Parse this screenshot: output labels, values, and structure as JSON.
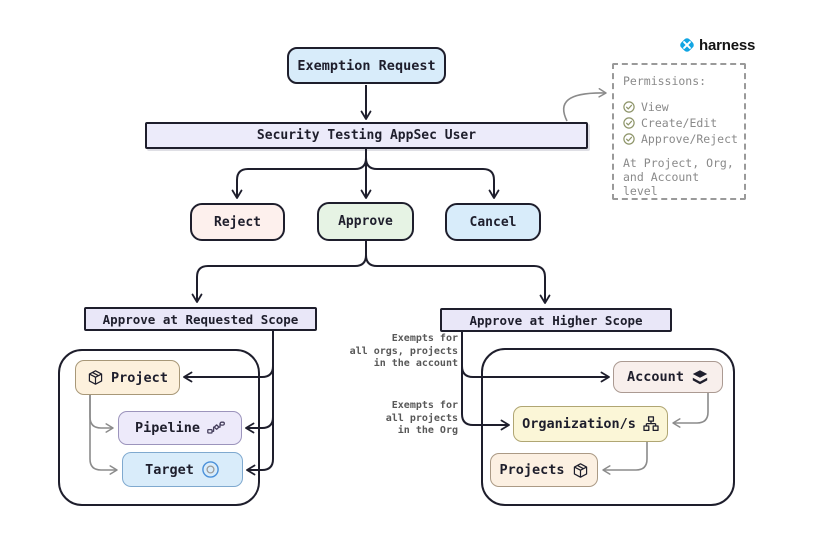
{
  "brand": {
    "name": "harness"
  },
  "nodes": {
    "exemption_request": {
      "label": "Exemption Request"
    },
    "appsec_user": {
      "label": "Security Testing AppSec User"
    },
    "reject": {
      "label": "Reject"
    },
    "approve": {
      "label": "Approve"
    },
    "cancel": {
      "label": "Cancel"
    },
    "requested_scope": {
      "label": "Approve at Requested Scope"
    },
    "higher_scope": {
      "label": "Approve at Higher Scope"
    },
    "project": {
      "label": "Project",
      "icon": "package-cube-icon"
    },
    "pipeline": {
      "label": "Pipeline",
      "icon": "pipeline-graph-icon"
    },
    "target": {
      "label": "Target",
      "icon": "target-circle-icon"
    },
    "account": {
      "label": "Account",
      "icon": "layers-icon"
    },
    "organizations": {
      "label": "Organization/s",
      "icon": "org-chart-icon"
    },
    "projects": {
      "label": "Projects",
      "icon": "package-cube-icon"
    }
  },
  "annotations": {
    "account_note": "Exempts for\nall orgs, projects\nin the account",
    "org_note": "Exempts for\nall projects\nin the Org"
  },
  "permissions_panel": {
    "title": "Permissions:",
    "items": [
      "View",
      "Create/Edit",
      "Approve/Reject"
    ],
    "footer": "At Project, Org,\nand Account level",
    "item_icon": "check-circle-icon"
  },
  "colors": {
    "ink": "#1e1e2c",
    "muted_line": "#8b8b8b",
    "annotation_text": "#585858",
    "permissions_text": "#8a8a8a",
    "check_green": "#8d9468",
    "harness_blue": "#11a5e3",
    "fills": {
      "exemption": "#d8ecfa",
      "appsec_user": "#ecebfa",
      "reject": "#fdf0ed",
      "approve": "#e6f3e4",
      "cancel": "#d8ecfa",
      "scope_header": "#e9e7f8",
      "project": "#fdf1dd",
      "pipeline": "#edeafa",
      "target": "#d9ecfa",
      "account": "#f8efec",
      "organizations": "#fbf6d7",
      "projects": "#fcf0e2"
    }
  }
}
